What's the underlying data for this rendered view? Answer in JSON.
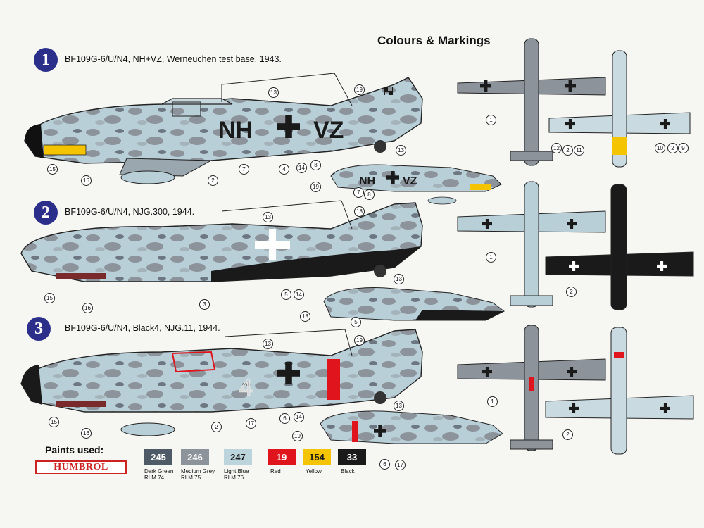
{
  "title": "Colours & Markings",
  "schemes": [
    {
      "number": "1",
      "caption": "BF109G-6/U/N4, NH+VZ, Werneuchen test base, 1943."
    },
    {
      "number": "2",
      "caption": "BF109G-6/U/N4, NJG.300, 1944."
    },
    {
      "number": "3",
      "caption": "BF109G-6/U/N4, Black4, NJG.11, 1944."
    }
  ],
  "codes": {
    "s1_left": "NH",
    "s1_right": "VZ",
    "s3_numeral": "4"
  },
  "callouts": {
    "s1": [
      "13",
      "19",
      "15",
      "16",
      "2",
      "7",
      "4",
      "14",
      "8",
      "1",
      "12",
      "2",
      "11",
      "10",
      "2",
      "9",
      "13",
      "19",
      "7",
      "8"
    ],
    "s2": [
      "13",
      "18",
      "15",
      "16",
      "3",
      "5",
      "14",
      "1",
      "2",
      "13",
      "18",
      "5"
    ],
    "s3": [
      "13",
      "19",
      "15",
      "16",
      "2",
      "17",
      "6",
      "14",
      "1",
      "2",
      "13",
      "19",
      "6",
      "17"
    ]
  },
  "paints": {
    "label": "Paints used:",
    "brand": "HUMBROL",
    "items": [
      {
        "code": "245",
        "name": "Dark Green",
        "rlm": "RLM 74",
        "color": "#4e5a66",
        "text_color": "#ffffff"
      },
      {
        "code": "246",
        "name": "Medium Grey",
        "rlm": "RLM 75",
        "color": "#8c939a",
        "text_color": "#ffffff"
      },
      {
        "code": "247",
        "name": "Light Blue",
        "rlm": "RLM 76",
        "color": "#bcd4dc",
        "text_color": "#1a1a1a"
      },
      {
        "code": "19",
        "name": "Red",
        "rlm": "",
        "color": "#e0141c",
        "text_color": "#ffffff"
      },
      {
        "code": "154",
        "name": "Yellow",
        "rlm": "",
        "color": "#f5c400",
        "text_color": "#1a1a1a"
      },
      {
        "code": "33",
        "name": "Black",
        "rlm": "",
        "color": "#1a1a1a",
        "text_color": "#ffffff"
      }
    ]
  },
  "colors": {
    "badge": "#2b2f8a",
    "light_blue": "#bcd4dc",
    "grey": "#8c939a",
    "dark": "#4e5a66",
    "red": "#e0141c",
    "yellow": "#f5c400",
    "black": "#1a1a1a"
  }
}
